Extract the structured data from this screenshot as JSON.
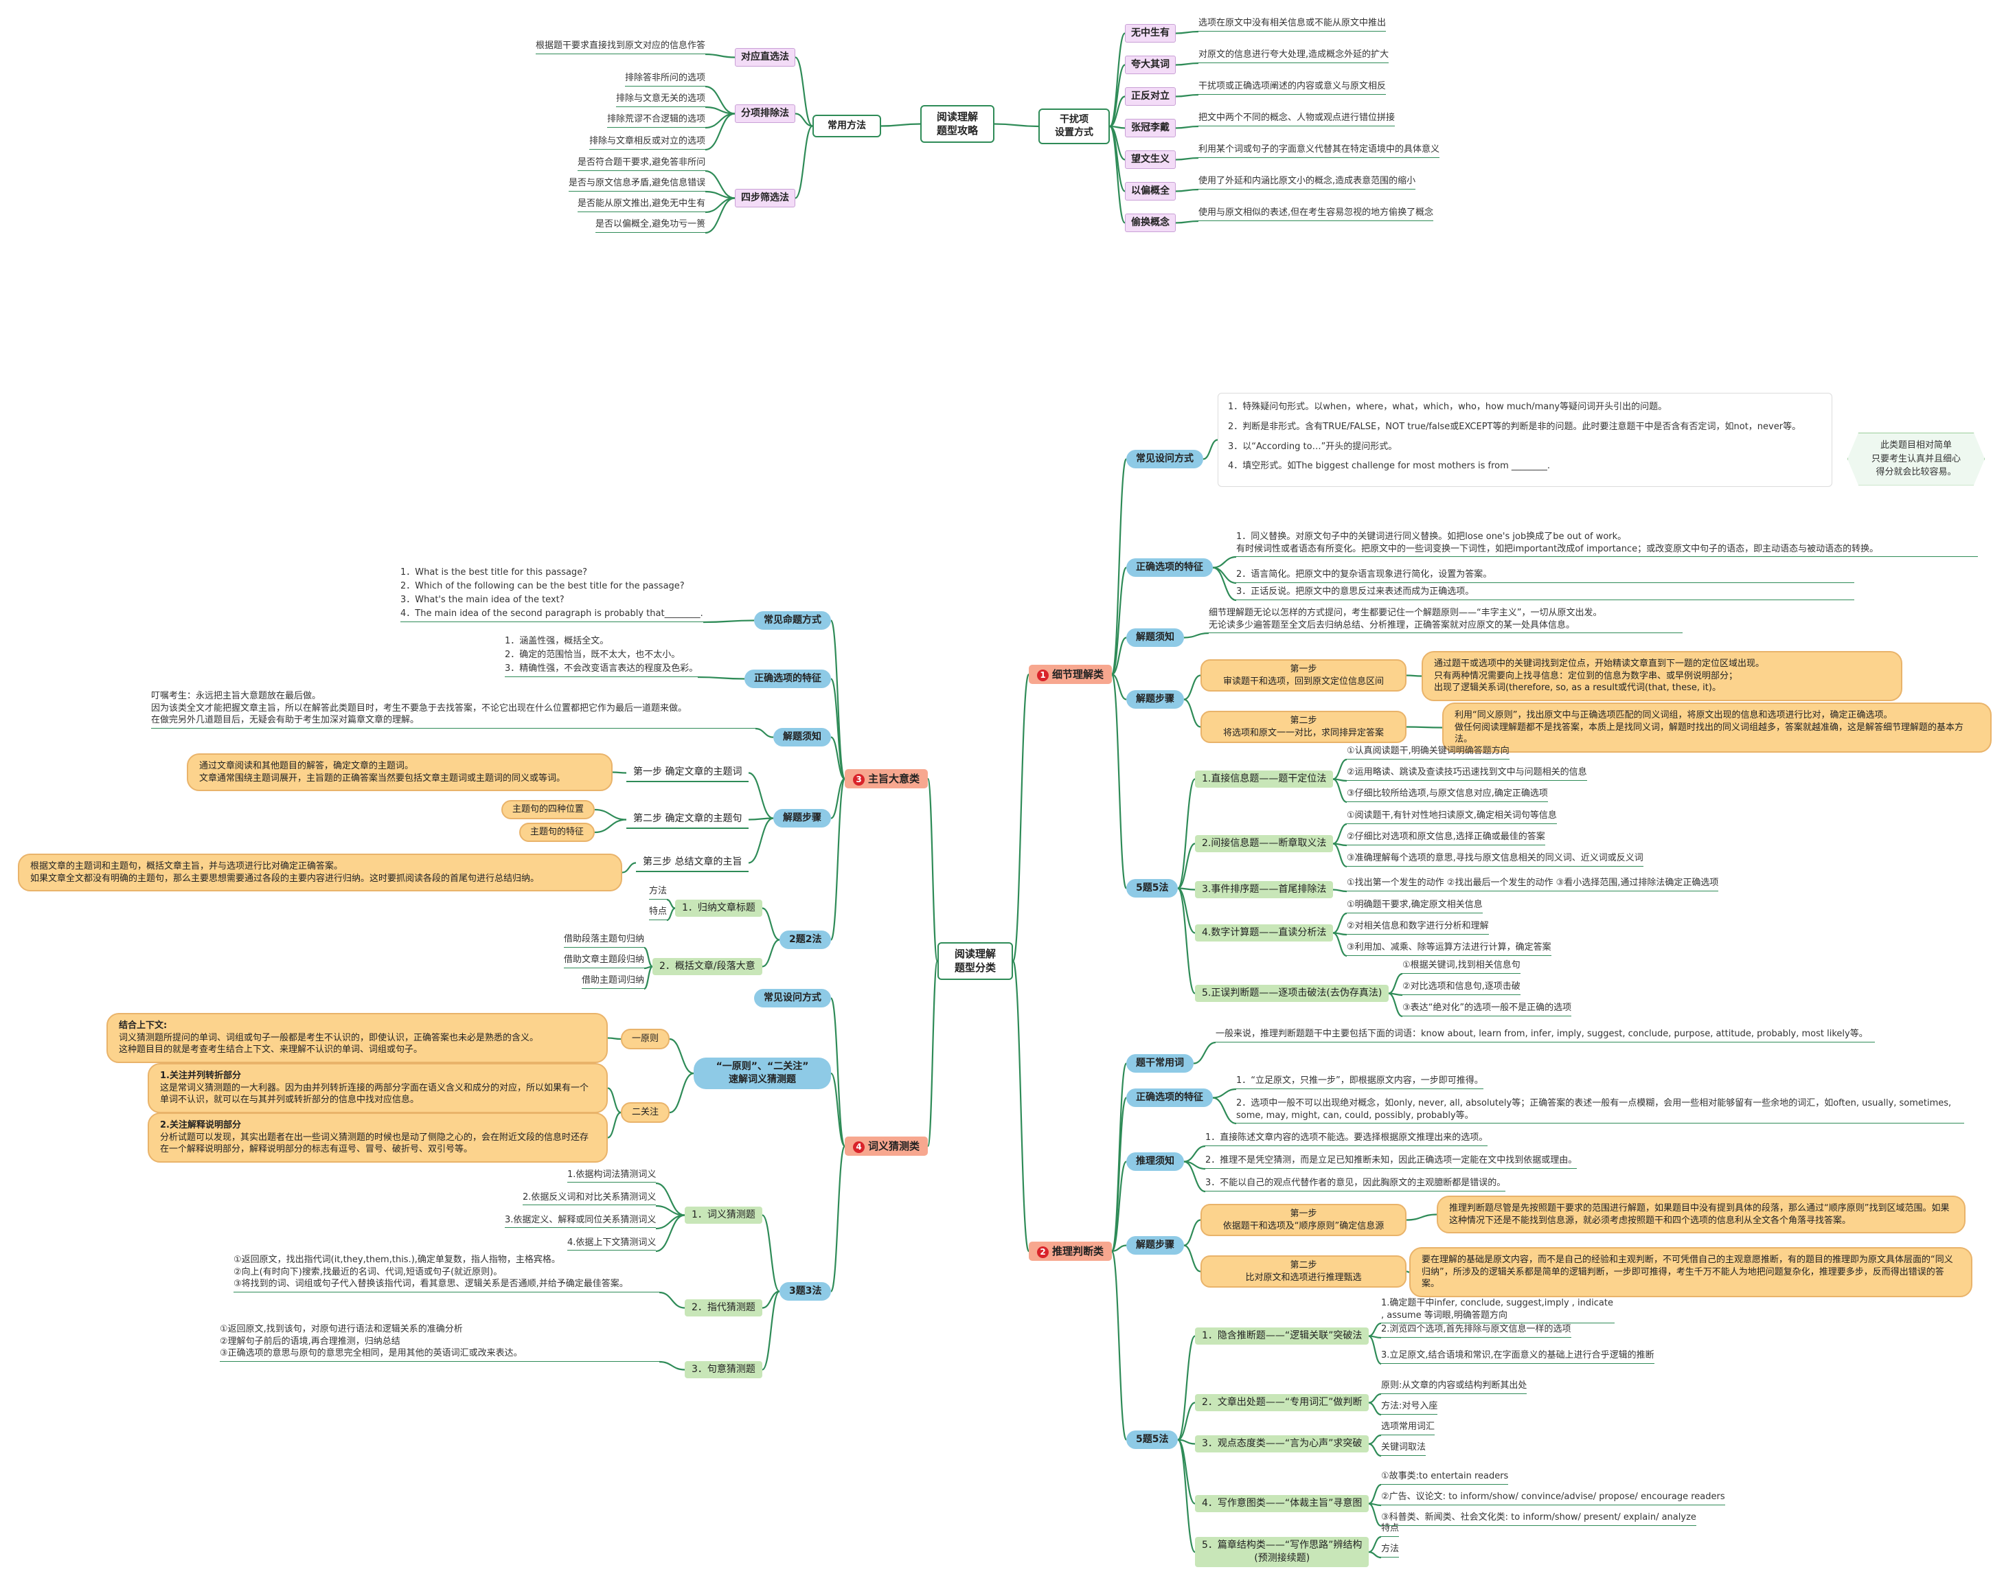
{
  "top": {
    "root": "阅读理解\n题型攻略",
    "common": "常用方法",
    "distractor": "干扰项\n设置方式",
    "methods": [
      {
        "label": "对应直选法",
        "items": [
          "根据题干要求直接找到原文对应的信息作答"
        ]
      },
      {
        "label": "分项排除法",
        "items": [
          "排除答非所问的选项",
          "排除与文意无关的选项",
          "排除荒谬不合逻辑的选项",
          "排除与文章相反或对立的选项"
        ]
      },
      {
        "label": "四步筛选法",
        "items": [
          "是否符合题干要求,避免答非所问",
          "是否与原文信息矛盾,避免信息错误",
          "是否能从原文推出,避免无中生有",
          "是否以偏概全,避免功亏一篑"
        ]
      }
    ],
    "distractors": [
      {
        "label": "无中生有",
        "desc": "选项在原文中没有相关信息或不能从原文中推出"
      },
      {
        "label": "夸大其词",
        "desc": "对原文的信息进行夸大处理,造成概念外延的扩大"
      },
      {
        "label": "正反对立",
        "desc": "干扰项或正确选项阐述的内容或意义与原文相反"
      },
      {
        "label": "张冠李戴",
        "desc": "把文中两个不同的概念、人物或观点进行错位拼接"
      },
      {
        "label": "望文生义",
        "desc": "利用某个词或句子的字面意义代替其在特定语境中的具体意义"
      },
      {
        "label": "以偏概全",
        "desc": "使用了外延和内涵比原文小的概念,造成表意范围的缩小"
      },
      {
        "label": "偷换概念",
        "desc": "使用与原文相似的表述,但在考生容易忽视的地方偷换了概念"
      }
    ]
  },
  "center": {
    "root": "阅读理解\n题型分类"
  },
  "detail": {
    "title": "细节理解类",
    "num": "1",
    "q_label": "常见设问方式",
    "q_items": [
      "1．特殊疑问句形式。以when，where，what，which，who，how much/many等疑问词开头引出的问题。",
      "2．判断是非形式。含有TRUE/FALSE，NOT true/false或EXCEPT等的判断是非的问题。此时要注意题干中是否含有否定词，如not，never等。",
      "3．以“According to…”开头的提问形式。",
      "4．填空形式。如The biggest challenge for most mothers is from ________."
    ],
    "q_note": "此类题目相对简单\n只要考生认真并且细心\n得分就会比较容易。",
    "feat_label": "正确选项的特征",
    "feat_items": [
      "1．同义替换。对原文句子中的关键词进行同义替换。如把lose one's job换成了be out of work。\n有时候词性或者语态有所变化。把原文中的一些词变换一下词性，如把important改成of importance；或改变原文中句子的语态，即主动语态与被动语态的转换。",
      "2．语言简化。把原文中的复杂语言现象进行简化，设置为答案。",
      "3．正话反说。把原文中的意思反过来表述而成为正确选项。"
    ],
    "know_label": "解题须知",
    "know_text": "细节理解题无论以怎样的方式提问，考生都要记住一个解题原则——“丰字主义”，一切从原文出发。\n无论读多少遍答题至全文后去归纳总结、分析推理，正确答案就对应原文的某一处具体信息。",
    "steps_label": "解题步骤",
    "steps": [
      {
        "label": "第一步\n审读题干和选项，回到原文定位信息区间",
        "desc": "通过题干或选项中的关键词找到定位点，开始精读文章直到下一题的定位区域出现。\n只有两种情况需要向上找寻信息：定位到的信息为数字串、或早例说明部分；\n出现了逻辑关系词(therefore, so, as a result或代词(that, these, it)。"
      },
      {
        "label": "第二步\n将选项和原文一一对比，求同排异定答案",
        "desc": "利用“同义原则”，找出原文中与正确选项匹配的同义词组，将原文出现的信息和选项进行比对，确定正确选项。\n做任何阅读理解题都不是找答案，本质上是找同义词，解题时找出的同义词组越多，答案就越准确，这是解答细节理解题的基本方法。"
      }
    ],
    "five_label": "5题5法",
    "five": [
      {
        "label": "1.直接信息题——题干定位法",
        "items": [
          "①认真阅读题干,明确关键词明确答题方向",
          "②运用略读、跳读及查读技巧迅速找到文中与问题相关的信息",
          "③仔细比较所给选项,与原文信息对应,确定正确选项"
        ]
      },
      {
        "label": "2.间接信息题——断章取义法",
        "items": [
          "①阅读题干,有针对性地扫读原文,确定相关词句等信息",
          "②仔细比对选项和原文信息,选择正确或最佳的答案",
          "③准确理解每个选项的意思,寻找与原文信息相关的同义词、近义词或反义词"
        ]
      },
      {
        "label": "3.事件排序题——首尾排除法",
        "items": [
          "①找出第一个发生的动作    ②找出最后一个发生的动作    ③看小选择范围,通过排除法确定正确选项"
        ]
      },
      {
        "label": "4.数字计算题——直读分析法",
        "items": [
          "①明确题干要求,确定原文相关信息",
          "②对相关信息和数字进行分析和理解",
          "③利用加、减乘、除等运算方法进行计算，确定答案"
        ]
      },
      {
        "label": "5.正误判断题——逐项击破法(去伪存真法)",
        "items": [
          "①根据关键词,找到相关信息句",
          "②对比选项和信息句,逐项击破",
          "③表达“绝对化”的选项一般不是正确的选项"
        ]
      }
    ]
  },
  "infer": {
    "title": "推理判断类",
    "num": "2",
    "q_label": "题干常用词",
    "q_text": "一般来说，推理判断题题干中主要包括下面的词语：know about, learn from, infer, imply, suggest, conclude, purpose, attitude, probably, most likely等。",
    "feat_label": "正确选项的特征",
    "feat_items": [
      "1．“立足原文，只推一步”，即根据原文内容，一步即可推得。",
      "2．选项中一般不可以出现绝对概念，如only, never, all, absolutely等；正确答案的表述一般有一点模糊，会用一些相对能够留有一些余地的词汇，如often, usually, sometimes, some, may, might, can, could, possibly, probably等。"
    ],
    "know_label": "推理须知",
    "know_items": [
      "1．直接陈述文章内容的选项不能选。要选择根据原文推理出来的选项。",
      "2．推理不是凭空猜测，而是立足已知推断未知，因此正确选项一定能在文中找到依据或理由。",
      "3．不能以自己的观点代替作者的意见，因此胸原文的主观臆断都是错误的。"
    ],
    "steps_label": "解题步骤",
    "steps": [
      {
        "label": "第一步\n依据题干和选项及“顺序原则”确定信息源",
        "desc": "推理判断题尽管是先按照题干要求的范围进行解题，如果题目中没有提到具体的段落，那么通过“顺序原则”找到区域范围。如果这种情况下还是不能找到信息源，就必须考虑按照题干和四个选项的信息利从全文各个角落寻找答案。"
      },
      {
        "label": "第二步\n比对原文和选项进行推理甄选",
        "desc": "要在理解的基础是原文内容，而不是自己的经验和主观判断，不可凭借自己的主观意愿推断，有的题目的推理即为原文具体层面的“同义归纳”，所涉及的逻辑关系都是简单的逻辑判断，一步即可推得，考生千万不能人为地把问题复杂化，推理要多步，反而得出错误的答案。"
      }
    ],
    "five_label": "5题5法",
    "five": [
      {
        "label": "1．隐含推断题——“逻辑关联”突破法",
        "items": [
          "1.确定题干中infer, conclude, suggest,imply , indicate , assume 等词眼,明确答题方向",
          "2.浏览四个选项,首先排除与原文信息一样的选项",
          "3.立足原文,结合语境和常识,在字面意义的基础上进行合乎逻辑的推断"
        ]
      },
      {
        "label": "2．文章出处题——“专用词汇”做判断",
        "items": [
          "原则:从文章的内容或结构判断其出处",
          "方法:对号入座"
        ]
      },
      {
        "label": "3．观点态度类——“言为心声”求突破",
        "items": [
          "选项常用词汇",
          "关键词取法"
        ]
      },
      {
        "label": "4．写作意图类——“体裁主旨”寻意图",
        "items": [
          "①故事类:to entertain readers",
          "②广告、议论文: to inform/show/ convince/advise/ propose/ encourage readers",
          "③科普类、新闻类、社会文化类: to inform/show/ present/ explain/ analyze"
        ]
      },
      {
        "label": "5．篇章结构类——“写作思路”辨结构\n(预测接续题)",
        "items": [
          "特点",
          "方法"
        ]
      }
    ]
  },
  "main": {
    "title": "主旨大意类",
    "num": "3",
    "q_label": "常见命题方式",
    "q_items": [
      "1．What is the best title for this passage?",
      "2．Which of the following can be the best title for the passage?",
      "3．What's the main idea of the text?",
      "4．The main idea of the second paragraph is probably that________."
    ],
    "feat_label": "正确选项的特征",
    "feat_items": [
      "1．涵盖性强，概括全文。",
      "2．确定的范围恰当，既不太大，也不太小。",
      "3．精确性强，不会改变语言表达的程度及色彩。"
    ],
    "know_label": "解题须知",
    "know_text": "叮嘱考生：永远把主旨大意题放在最后做。\n因为该类全文才能把握文章主旨，所以在解答此类题目时，考生不要急于去找答案，不论它出现在什么位置都把它作为最后一道题来做。\n在做完另外几道题目后，无疑会有助于考生加深对篇章文章的理解。",
    "steps_label": "解题步骤",
    "steps": [
      {
        "label": "第一步    确定文章的主题词",
        "desc": "通过文章阅读和其他题目的解答，确定文章的主题词。\n文章通常围绕主题词展开，主旨题的正确答案当然要包括文章主题词或主题词的同义或等词。"
      },
      {
        "label": "第二步    确定文章的主题句",
        "extras": [
          "主题句的四种位置",
          "主题句的特征"
        ]
      },
      {
        "label": "第三步    总结文章的主旨",
        "desc": "根据文章的主题词和主题句，概括文章主旨，并与选项进行比对确定正确答案。\n如果文章全文都没有明确的主题句，那么主要思想需要通过各段的主要内容进行归纳。这时要抓阅读各段的首尾句进行总结归纳。"
      }
    ],
    "two_label": "2题2法",
    "two": [
      {
        "label": "1．归纳文章标题",
        "items": [
          "方法",
          "特点"
        ]
      },
      {
        "label": "2．概括文章/段落大意",
        "items": [
          "借助段落主题句归纳",
          "借助文章主题段归纳",
          "借助主题词归纳"
        ]
      }
    ]
  },
  "vocab": {
    "title": "词义猜测类",
    "num": "4",
    "q_label": "常见设问方式",
    "principle_label": "“一原则”、“二关注”\n速解词义猜测题",
    "one_label": "一原则",
    "one_title": "结合上下文:",
    "one_desc": "词义猜测题所提问的单词、词组或句子一般都是考生不认识的，即使认识，正确答案也未必是熟悉的含义。\n这种题目目的就是考查考生结合上下文、来理解不认识的单词、词组或句子。",
    "two_label": "二关注",
    "two": [
      {
        "title": "1.关注并列转折部分",
        "desc": "这是常词义猜测题的一大利器。因为由并列转折连接的两部分字面在语义含义和成分的对应，所以如果有一个单词不认识，就可以在与其并列或转折部分的信息中找对应信息。"
      },
      {
        "title": "2.关注解释说明部分",
        "desc": "分析试题可以发现，其实出题者在出一些词义猜测题的时候也是动了侧隐之心的，会在附近文段的信息时还存在一个解释说明部分，解释说明部分的标志有逗号、冒号、破折号、双引号等。"
      }
    ],
    "three_label": "3题3法",
    "three": [
      {
        "label": "1．词义猜测题",
        "items": [
          "1.依据构词法猜测词义",
          "2.依据反义词和对比关系猜测词义",
          "3.依据定义、解释或同位关系猜测词义",
          "4.依据上下文猜测词义"
        ]
      },
      {
        "label": "2．指代猜测题",
        "text": "①返回原文，找出指代词(it,they,them,this.),确定单复数，指人指物，主格宾格。\n②向上(有时向下)搜索,找最近的名词、代词,短语或句子(就近原则)。\n③将找到的词、词组或句子代入替换该指代词，看其意思、逻辑关系是否通顺,并给予确定最佳答案。"
      },
      {
        "label": "3．句意猜测题",
        "text": "①返回原文,找到该句，对原句进行语法和逻辑关系的准确分析\n②理解句子前后的语境,再合理推测，归纳总结\n③正确选项的意思与原句的意思完全相同，是用其他的英语词汇或改来表达。"
      }
    ]
  }
}
